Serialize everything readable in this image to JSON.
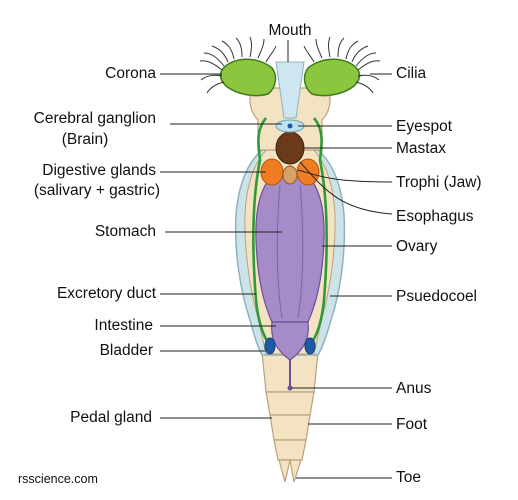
{
  "diagram": {
    "subject": "rotifer-anatomy",
    "labels": {
      "mouth": "Mouth",
      "corona": "Corona",
      "cilia": "Cilia",
      "cerebral_ganglion": "Cerebral ganglion",
      "brain": "(Brain)",
      "eyespot": "Eyespot",
      "mastax": "Mastax",
      "digestive_glands": "Digestive glands",
      "digestive_glands_note": "(salivary + gastric)",
      "trophi": "Trophi (Jaw)",
      "esophagus": "Esophagus",
      "stomach": "Stomach",
      "ovary": "Ovary",
      "excretory_duct": "Excretory duct",
      "psuedocoel": "Psuedocoel",
      "intestine": "Intestine",
      "bladder": "Bladder",
      "anus": "Anus",
      "pedal_gland": "Pedal gland",
      "foot": "Foot",
      "toe": "Toe"
    },
    "credit": "rsscience.com",
    "colors": {
      "corona": "#8cc63e",
      "cilia": "#333333",
      "body_cream": "#f3e3c2",
      "stomach": "#a58bc8",
      "gland": "#ef7d22",
      "excretory": "#2f9a3a",
      "bladder": "#1f5aa8",
      "mastax": "#6b3a1a",
      "pseudocoel": "#cde3ea",
      "line": "#222222"
    }
  }
}
